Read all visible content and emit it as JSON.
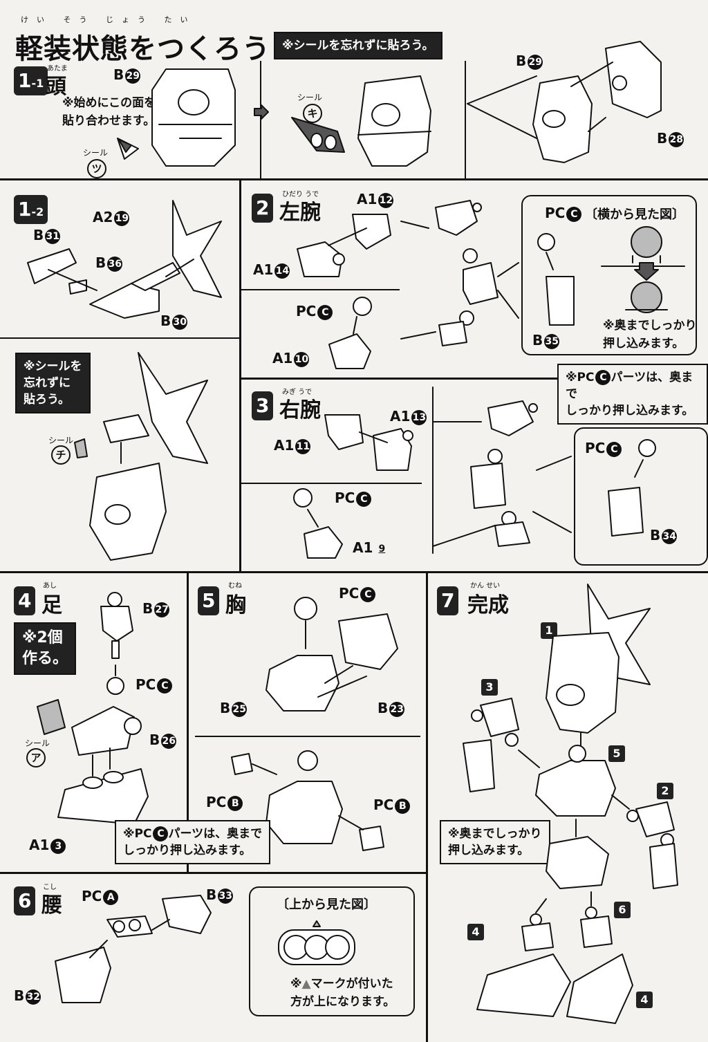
{
  "title": "軽装状態をつくろう!",
  "title_furigana": "けい そう じょう たい",
  "seal_reminder": "※シールを忘れずに貼ろう。",
  "steps": {
    "s1_1": {
      "num": "1",
      "sub": "-1",
      "name": "頭",
      "furigana": "あたま"
    },
    "s1_2": {
      "num": "1",
      "sub": "-2"
    },
    "s2": {
      "num": "2",
      "name": "左腕",
      "furigana": "ひだり うで"
    },
    "s3": {
      "num": "3",
      "name": "右腕",
      "furigana": "みぎ うで"
    },
    "s4": {
      "num": "4",
      "name": "足",
      "furigana": "あし"
    },
    "s5": {
      "num": "5",
      "name": "胸",
      "furigana": "むね"
    },
    "s6": {
      "num": "6",
      "name": "腰",
      "furigana": "こし"
    },
    "s7": {
      "num": "7",
      "name": "完成",
      "furigana": "かん せい"
    }
  },
  "s1_1": {
    "note": [
      "※始めにこの面を",
      "貼り合わせます。"
    ],
    "seal_label": "シール",
    "seal_tsu": "ツ",
    "seal_ki": "キ",
    "B": "B",
    "b29": "29",
    "b28": "28"
  },
  "s1_2": {
    "a2": "A2",
    "a2n": "19",
    "b31": "31",
    "b36": "36",
    "b30": "30",
    "B": "B",
    "note": [
      "※シールを",
      "忘れずに",
      "貼ろう。"
    ],
    "seal_label": "シール",
    "seal_chi": "チ"
  },
  "s2": {
    "A1": "A1",
    "a12": "12",
    "a14": "14",
    "a10": "10",
    "PC": "PC",
    "pcC": "C",
    "side_view": "〔横から見た図〕",
    "b35": "35",
    "B": "B",
    "push": [
      "※奥までしっかり",
      "押し込みます。"
    ]
  },
  "pc_note": [
    "※PC",
    "パーツは、奥まで",
    "しっかり押し込みます。"
  ],
  "s3": {
    "a13": "13",
    "a11": "11",
    "a9": "9",
    "b34": "34"
  },
  "s4": {
    "b27": "27",
    "b26": "26",
    "a3": "3",
    "note": [
      "※2個",
      "作る。"
    ],
    "seal_a": "ア"
  },
  "s5": {
    "b25": "25",
    "b23": "23",
    "pcB": "B"
  },
  "s6": {
    "pcA": "A",
    "b33": "33",
    "b32": "32",
    "top_view": "〔上から見た図〕",
    "mark_note": [
      "※",
      "マークが付いた",
      "方が上になります。"
    ]
  },
  "s7": {
    "push": [
      "※奥までしっかり",
      "押し込みます。"
    ],
    "callouts": [
      "1",
      "3",
      "5",
      "2",
      "6",
      "4",
      "4"
    ]
  }
}
